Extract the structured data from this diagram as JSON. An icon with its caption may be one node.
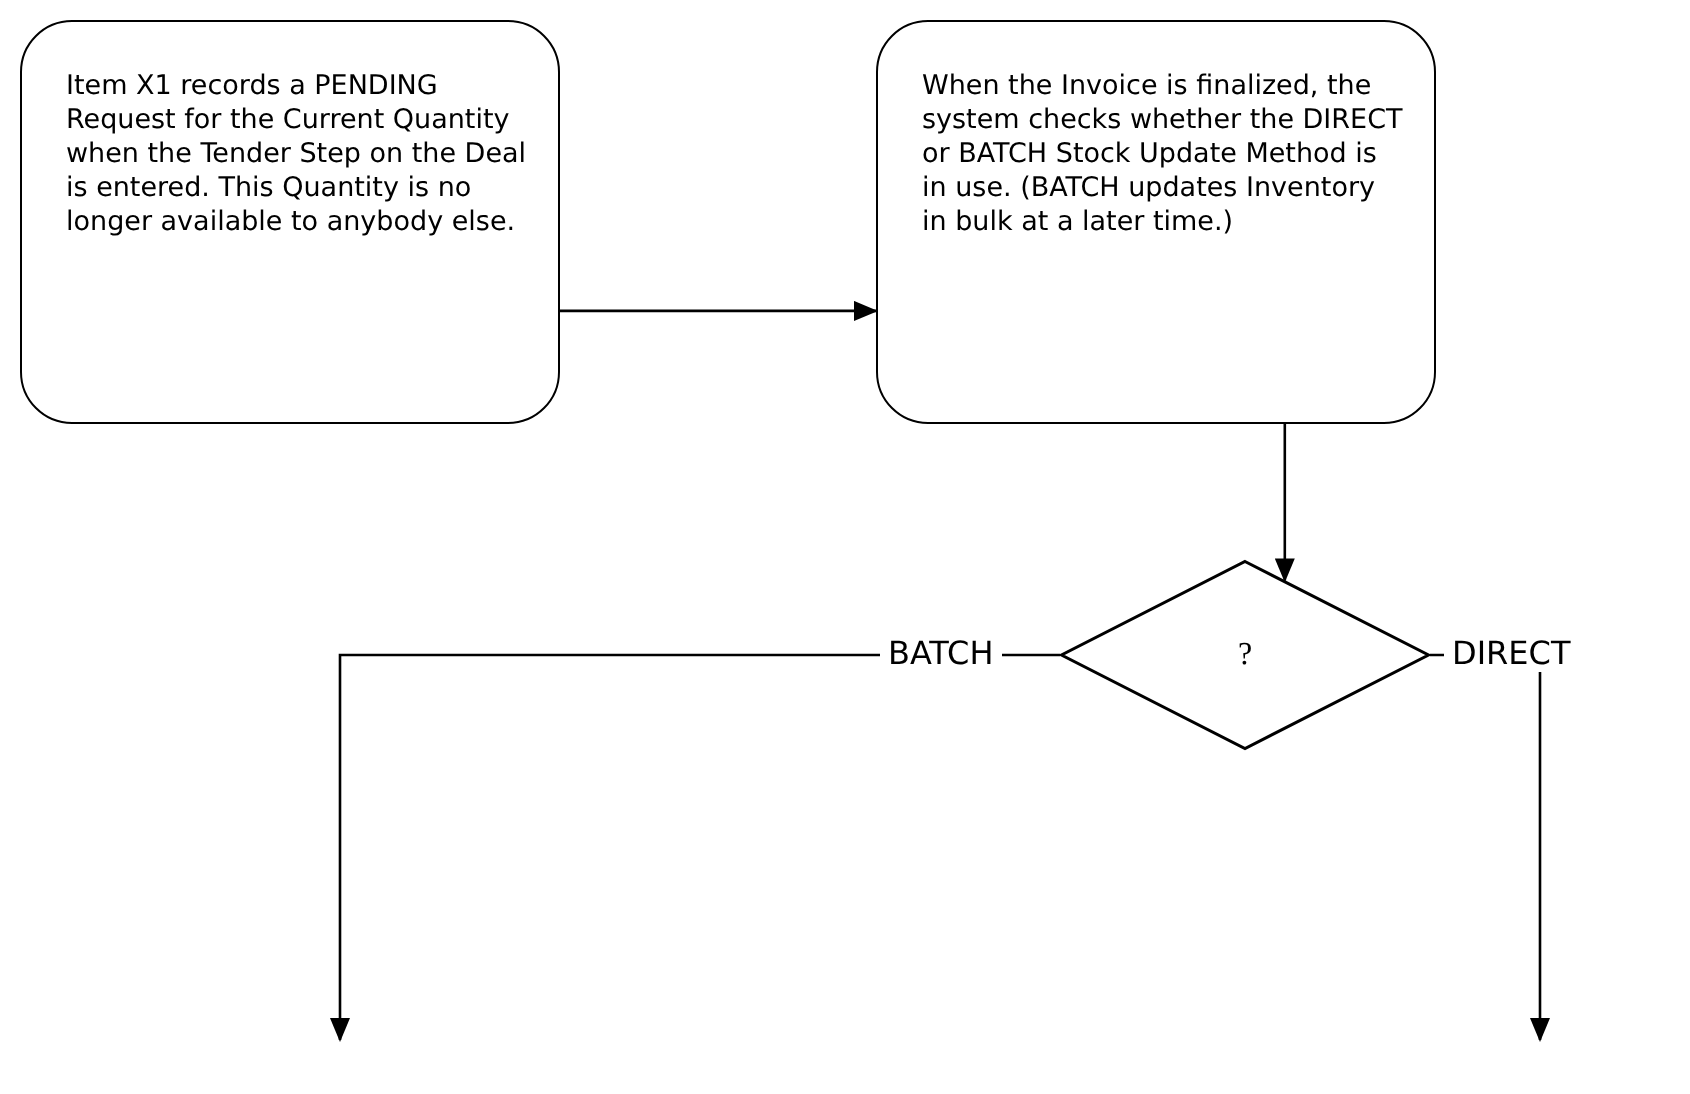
{
  "diagram": {
    "nodes": [
      {
        "text": [
          "Item X1 records a PENDING Request for the Current Quantity when the Tender Step on the Deal is entered. This Quantity is no longer available to anybody else."
        ]
      },
      {
        "text": [
          "When the Invoice is finalized, the system checks whether the DIRECT or BATCH Stock Update Method is in use. (BATCH updates Inventory in bulk at a later time.)"
        ]
      },
      {
        "text": [
          "?"
        ]
      }
    ],
    "edges": [
      {
        "from": 0,
        "to": 1,
        "arrow": "to"
      },
      {
        "from": 1,
        "to": 2,
        "arrow": "to"
      },
      {
        "from": 2,
        "to": null,
        "arrow": "to",
        "label": "BATCH"
      },
      {
        "from": 2,
        "to": null,
        "arrow": "to",
        "label": "DIRECT"
      }
    ]
  }
}
